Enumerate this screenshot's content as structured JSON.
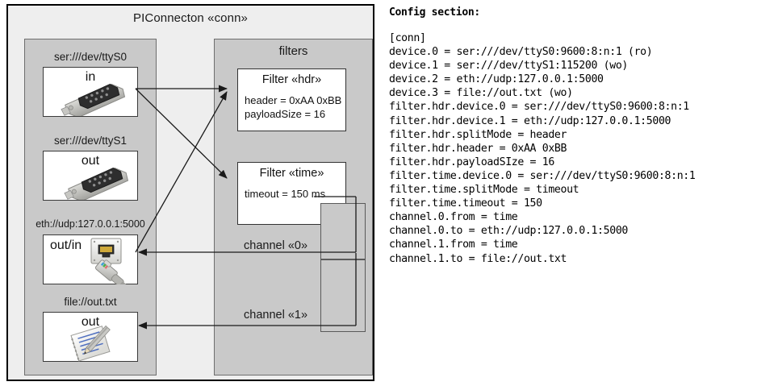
{
  "diagram": {
    "title": "PIConnecton «conn»",
    "devices_panel": {
      "name": "devices-group",
      "items": [
        {
          "caption": "ser:///dev/ttyS0",
          "label": "in",
          "icon": "serial-db9-connector-icon"
        },
        {
          "caption": "ser:///dev/ttyS1",
          "label": "out",
          "icon": "serial-db9-connector-icon"
        },
        {
          "caption": "eth://udp:127.0.0.1:5000",
          "label": "out/in",
          "icon": "ethernet-rj45-jack-icon"
        },
        {
          "caption": "file://out.txt",
          "label": "out",
          "icon": "text-document-pencil-icon"
        }
      ]
    },
    "filters_panel": {
      "title": "filters",
      "filters": [
        {
          "title": "Filter «hdr»",
          "props": [
            "header = 0xAA 0xBB",
            "payloadSize = 16"
          ]
        },
        {
          "title": "Filter «time»",
          "props": [
            "timeout = 150 ms"
          ]
        }
      ],
      "channels": [
        {
          "label": "channel «0»"
        },
        {
          "label": "channel «1»"
        }
      ]
    },
    "colors": {
      "frame_bg": "#eeeeee",
      "panel_bg": "#c9c9c9",
      "card_bg": "#ffffff",
      "stroke": "#333333",
      "outer_stroke": "#000000"
    }
  },
  "config": {
    "heading": "Config section:",
    "lines": [
      "[conn]",
      "device.0 = ser:///dev/ttyS0:9600:8:n:1 (ro)",
      "device.1 = ser:///dev/ttyS1:115200 (wo)",
      "device.2 = eth://udp:127.0.0.1:5000",
      "device.3 = file://out.txt (wo)",
      "filter.hdr.device.0 = ser:///dev/ttyS0:9600:8:n:1",
      "filter.hdr.device.1 = eth://udp:127.0.0.1:5000",
      "filter.hdr.splitMode = header",
      "filter.hdr.header = 0xAA 0xBB",
      "filter.hdr.payloadSIze = 16",
      "filter.time.device.0 = ser:///dev/ttyS0:9600:8:n:1",
      "filter.time.splitMode = timeout",
      "filter.time.timeout = 150",
      "channel.0.from = time",
      "channel.0.to = eth://udp:127.0.0.1:5000",
      "channel.1.from = time",
      "channel.1.to = file://out.txt"
    ],
    "text": "[conn]\ndevice.0 = ser:///dev/ttyS0:9600:8:n:1 (ro)\ndevice.1 = ser:///dev/ttyS1:115200 (wo)\ndevice.2 = eth://udp:127.0.0.1:5000\ndevice.3 = file://out.txt (wo)\nfilter.hdr.device.0 = ser:///dev/ttyS0:9600:8:n:1\nfilter.hdr.device.1 = eth://udp:127.0.0.1:5000\nfilter.hdr.splitMode = header\nfilter.hdr.header = 0xAA 0xBB\nfilter.hdr.payloadSIze = 16\nfilter.time.device.0 = ser:///dev/ttyS0:9600:8:n:1\nfilter.time.splitMode = timeout\nfilter.time.timeout = 150\nchannel.0.from = time\nchannel.0.to = eth://udp:127.0.0.1:5000\nchannel.1.from = time\nchannel.1.to = file://out.txt"
  }
}
